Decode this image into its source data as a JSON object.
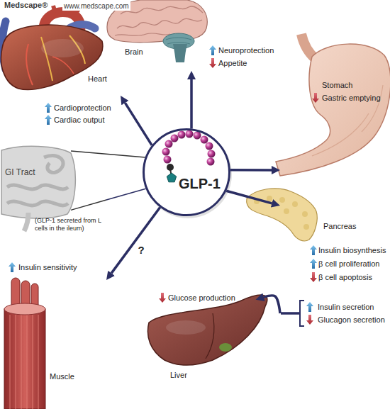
{
  "diagram": {
    "nodes": [
      {
        "text": [
          "Heart",
          "Cardioprotection",
          "Cardiac output"
        ]
      },
      {
        "text": [
          "Brain",
          "Neuroprotection",
          "Appetite"
        ]
      },
      {
        "text": [
          "Stomach",
          "Gastric emptying"
        ]
      },
      {
        "text": [
          "GI Tract",
          "(GLP-1 secreted from L cells in the ileum)"
        ]
      },
      {
        "text": [
          "GLP-1"
        ]
      },
      {
        "text": [
          "Pancreas",
          "Insulin biosynthesis",
          "β cell proliferation",
          "β cell apoptosis",
          "Insulin secretion",
          "Glucagon secretion"
        ]
      },
      {
        "text": [
          "Insulin sensitivity",
          "Muscle"
        ]
      },
      {
        "text": [
          "Glucose production",
          "Liver"
        ]
      }
    ],
    "edges": [
      {
        "from": 4,
        "to": 0,
        "arrow": "to"
      },
      {
        "from": 4,
        "to": 1,
        "arrow": "to"
      },
      {
        "from": 4,
        "to": 2,
        "arrow": "to"
      },
      {
        "from": 3,
        "to": 4,
        "arrow": "none"
      },
      {
        "from": 4,
        "to": 5,
        "arrow": "to"
      },
      {
        "from": 4,
        "to": 6,
        "label": "?",
        "arrow": "to"
      },
      {
        "from": 5,
        "to": 7,
        "arrow": "to"
      }
    ],
    "labels": [
      "Medscape®",
      "www.medscape.com"
    ]
  }
}
